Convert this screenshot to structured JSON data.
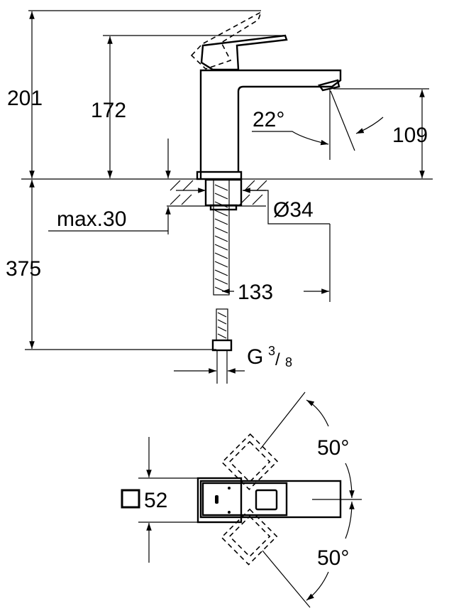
{
  "title": "Basin mixer dimensional drawing",
  "dimensions": {
    "total_height": "201",
    "spout_height": "172",
    "outlet_height": "109",
    "spray_angle": "22°",
    "mounting_depth": "max.30",
    "hole_diameter": "Ø34",
    "hose_length": "375",
    "projection": "133",
    "connection_prefix": "G",
    "connection_num": "3",
    "connection_den": "8",
    "body_size": "52",
    "rotation_up": "50°",
    "rotation_down": "50°"
  },
  "colors": {
    "line": "#000000",
    "background": "#ffffff"
  }
}
